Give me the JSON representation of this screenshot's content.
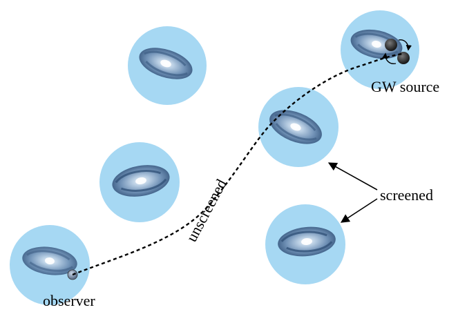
{
  "labels": {
    "gw_source": "GW source",
    "screened": "screened",
    "unscreened": "unscreened",
    "observer": "observer"
  },
  "colors": {
    "halo": "#a6d8f3",
    "galaxy_outer": "#4a6a90",
    "galaxy_mid": "#7d9bbd",
    "galaxy_core": "#f2f6fb",
    "binary_body": "#2b2b2b",
    "path_line": "#000000"
  },
  "icons": {
    "galaxy": "spiral-galaxy-icon",
    "binary": "black-hole-binary-icon",
    "observer": "earth-icon"
  }
}
